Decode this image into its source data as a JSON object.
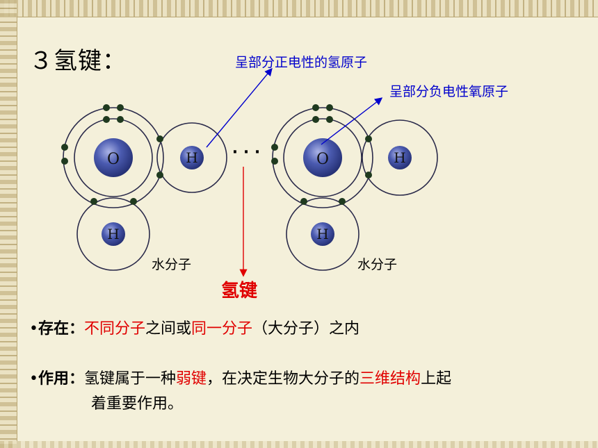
{
  "title": "３氢键：",
  "labels": {
    "positive": "呈部分正电性的氢原子",
    "negative": "呈部分负电性氧原子",
    "hydrogen_bond": "氢键",
    "water_molecule": "水分子",
    "dots": "· · ·"
  },
  "atoms": {
    "oxygen": "O",
    "hydrogen": "H"
  },
  "existence": {
    "bullet": "•",
    "label": "存在：",
    "part1": "不同分子",
    "part2": "之间或",
    "part3": "同一分子",
    "part4": "（大分子）之内"
  },
  "function": {
    "bullet": "•",
    "label": "作用：",
    "part1": "氢键属于一种",
    "part2": "弱键",
    "part3": "，在决定生物大分子的",
    "part4": "三维结构",
    "part5": "上起",
    "line2": "着重要作用。"
  },
  "colors": {
    "highlight": "#e00000",
    "annotation": "#0000cc",
    "atom_fill": "#3f4f9e",
    "electron": "#1f3a1f",
    "background": "#f4f0da"
  }
}
